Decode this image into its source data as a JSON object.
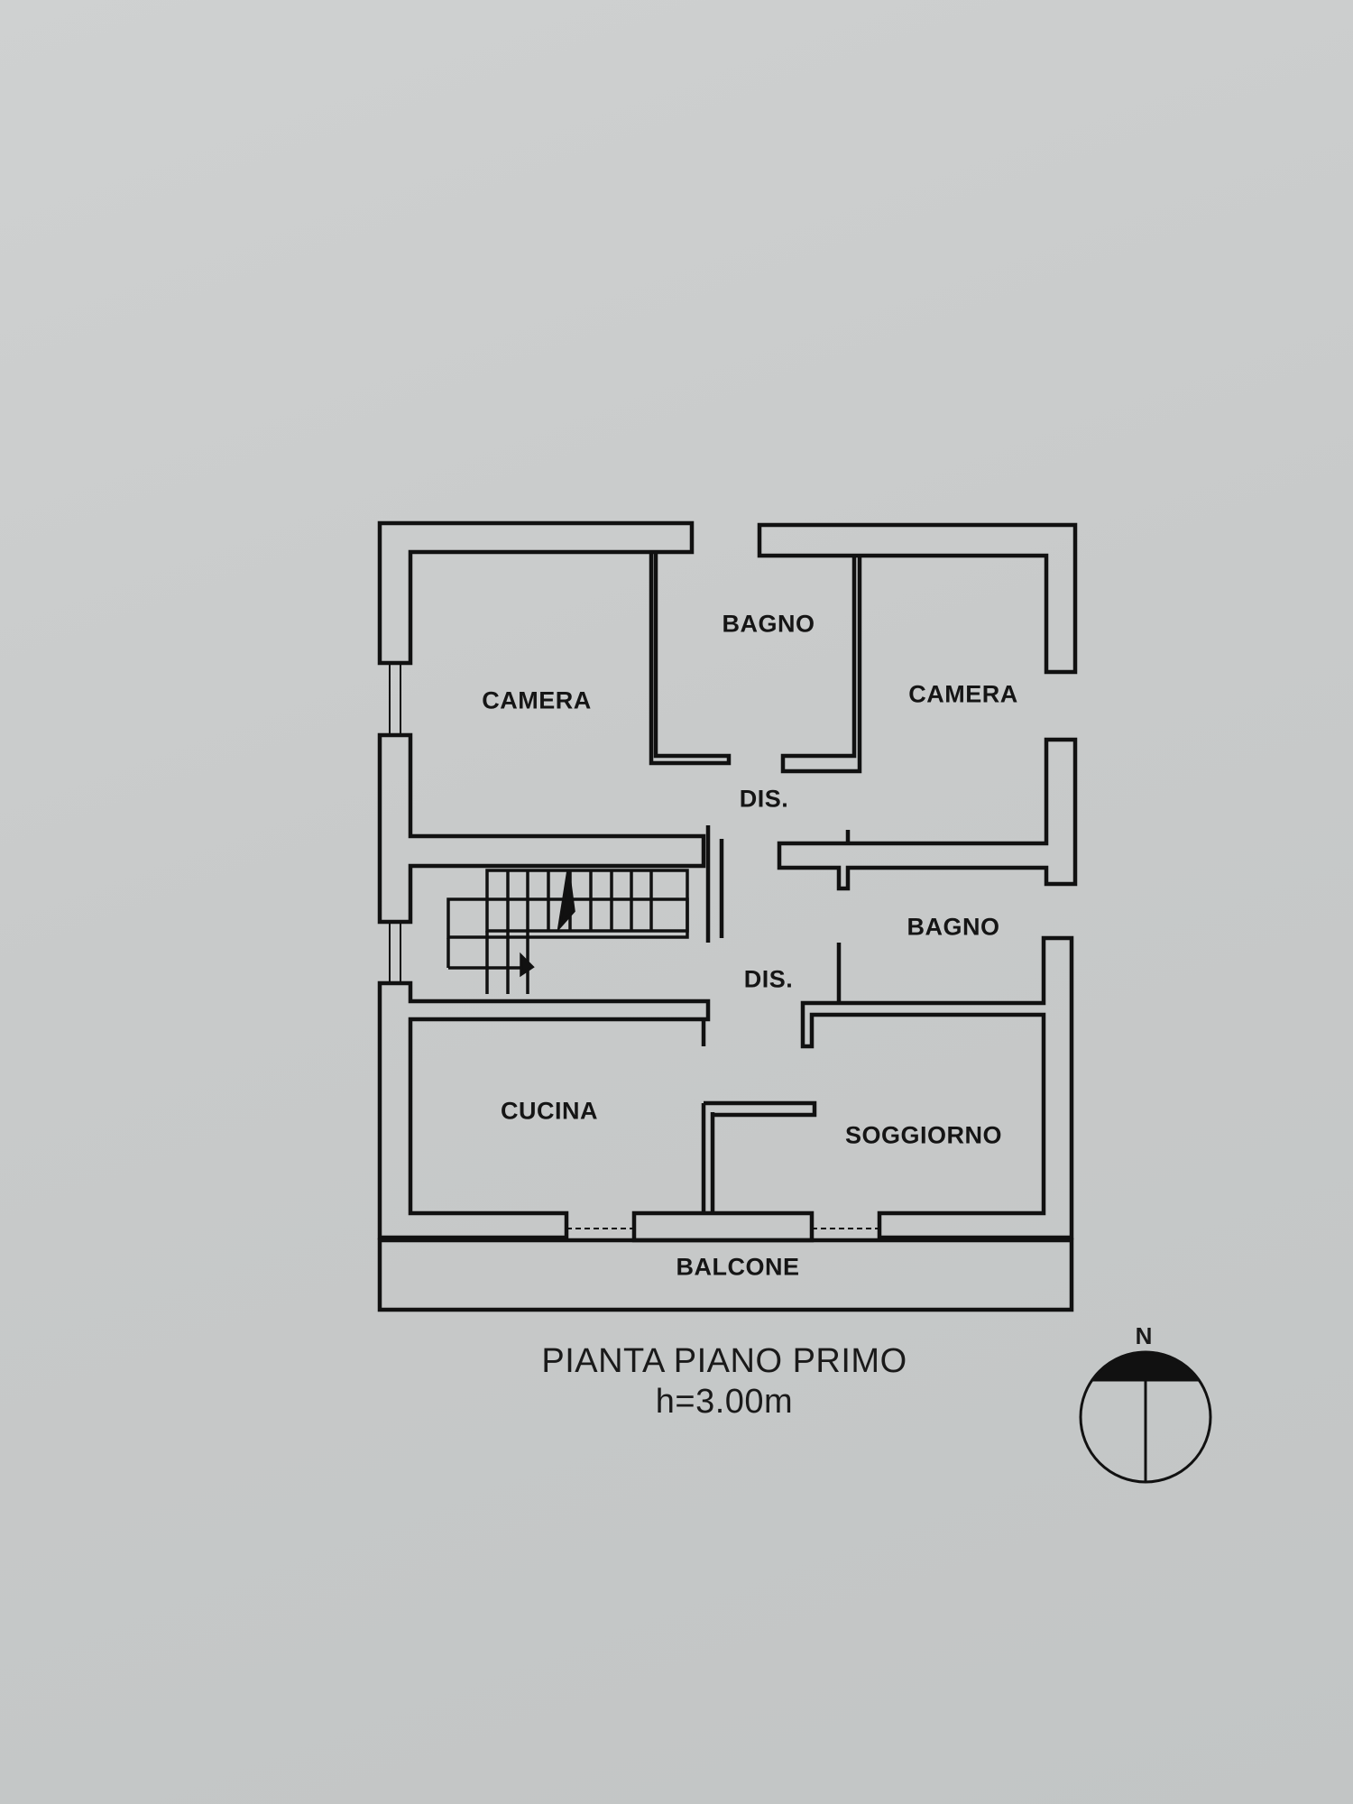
{
  "plan": {
    "title": "PIANTA PIANO PRIMO",
    "height_note": "h=3.00m",
    "rooms": [
      {
        "id": "camera-nw",
        "label": "CAMERA"
      },
      {
        "id": "bagno-n",
        "label": "BAGNO"
      },
      {
        "id": "camera-ne",
        "label": "CAMERA"
      },
      {
        "id": "dis-upper",
        "label": "DIS."
      },
      {
        "id": "bagno-e",
        "label": "BAGNO"
      },
      {
        "id": "dis-lower",
        "label": "DIS."
      },
      {
        "id": "cucina",
        "label": "CUCINA"
      },
      {
        "id": "soggiorno",
        "label": "SOGGIORNO"
      },
      {
        "id": "balcone",
        "label": "BALCONE"
      }
    ],
    "compass": {
      "label": "N"
    },
    "colors": {
      "background": "#c9cbcb",
      "ink": "#111111"
    }
  }
}
